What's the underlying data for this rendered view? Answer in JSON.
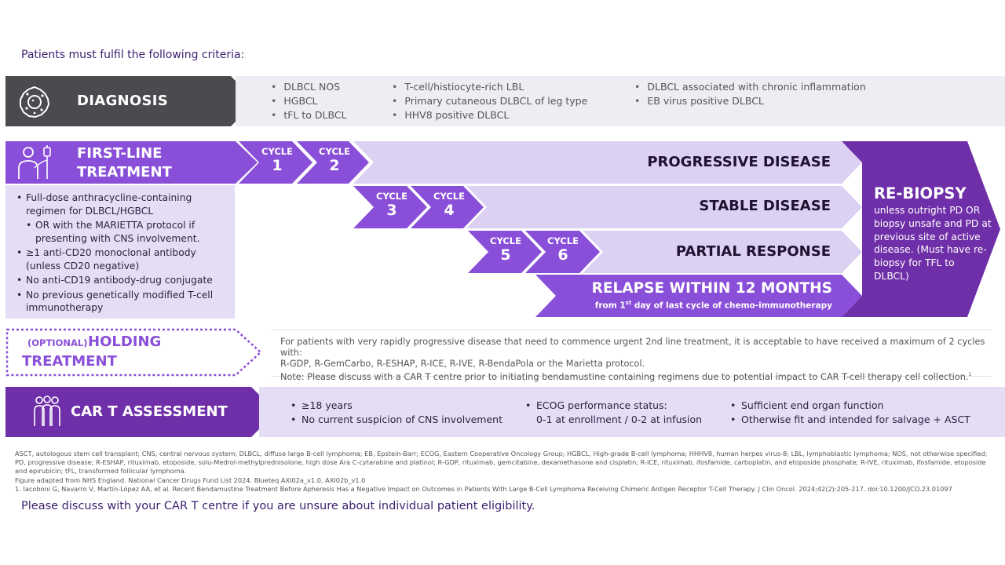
{
  "intro": "Patients must fulfil the following criteria:",
  "diagnosis": {
    "label": "DIAGNOSIS",
    "col1": [
      "DLBCL NOS",
      "HGBCL",
      "tFL to DLBCL"
    ],
    "col2": [
      "T-cell/histiocyte-rich LBL",
      "Primary cutaneous DLBCL of leg type",
      "HHV8 positive DLBCL"
    ],
    "col3": [
      "DLBCL associated with chronic inflammation",
      "EB virus positive DLBCL"
    ]
  },
  "first_line": {
    "label_line1": "FIRST-LINE",
    "label_line2": "TREATMENT",
    "criteria": [
      "Full-dose anthracycline-containing regimen for DLBCL/HGBCL",
      "OR with the MARIETTA protocol if presenting with CNS involvement.",
      "≥1 anti-CD20 monoclonal antibody (unless CD20 negative)",
      "No anti-CD19 antibody-drug conjugate",
      "No previous genetically modified T-cell immunotherapy"
    ]
  },
  "cycles": {
    "label": "CYCLE",
    "numbers": [
      "1",
      "2",
      "3",
      "4",
      "5",
      "6"
    ]
  },
  "responses": {
    "progressive": "PROGRESSIVE DISEASE",
    "stable": "STABLE DISEASE",
    "partial": "PARTIAL RESPONSE",
    "relapse_title": "RELAPSE WITHIN 12 MONTHS",
    "relapse_sub_pre": "from 1",
    "relapse_sub_sup": "st",
    "relapse_sub_post": " day of last cycle of chemo-immunotherapy"
  },
  "rebiopsy": {
    "title": "RE-BIOPSY",
    "text": "unless outright PD OR biopsy unsafe and PD at previous site of active disease. (Must have re-biopsy for TFL to DLBCL)"
  },
  "holding": {
    "optional": "(OPTIONAL)",
    "line1": "HOLDING",
    "line2": "TREATMENT",
    "text1": "For patients with very rapidly progressive disease that need to commence urgent 2nd line treatment, it is acceptable to have received a maximum of 2 cycles with:",
    "text2": "R-GDP, R-GemCarbo, R-ESHAP, R-ICE, R-IVE, R-BendaPola or the Marietta protocol.",
    "text3": "Note: Please discuss with a CAR T centre prior to initiating bendamustine containing regimens due to potential impact to CAR T-cell therapy cell collection.",
    "text3_sup": "1"
  },
  "car_t": {
    "label": "CAR T ASSESSMENT",
    "col1": [
      "≥18 years",
      "No current suspicion of CNS involvement"
    ],
    "col2": [
      "ECOG performance status:",
      "0-1 at enrollment / 0-2 at infusion"
    ],
    "col3": [
      "Sufficient end organ function",
      "Otherwise fit and intended for salvage + ASCT"
    ]
  },
  "footnotes": {
    "abbrev": "ASCT, autologous stem cell transplant; CNS, central nervous system; DLBCL, diffuse large B-cell lymphoma; EB, Epstein-Barr; ECOG, Eastern Cooperative Oncology Group; HGBCL, High-grade B-cell lymphoma; HHHV8, human herpes virus-8; LBL, lymphoblastic lymphoma; NOS, not otherwise specified; PD, progressive disease; R-ESHAP, rituximab, etoposide, solu-Medrol-methylprednisolone, high dose Ara C-cytarabine and platinol; R-GDP, rituximab, gemcitabine, dexamethasone and cisplatin; R-ICE, rituximab, ifosfamide, carboplatin, and etoposide phosphate; R-IVE, rituximab, ifosfamide, etoposide and epirubicin; tFL, transformed follicular lymphoma.",
    "source": "Figure adapted from NHS England. National Cancer Drugs Fund List 2024. Blueteq AXI02a_v1.0, AXI02b_v1.0",
    "ref": "1. Iacoboni G, Navarro V, Martín-López AA, et al. Recent Bendamustine Treatment Before Apheresis Has a Negative Impact on Outcomes in Patients With Large B-Cell Lymphoma Receiving Chimeric Antigen Receptor T-Cell Therapy. J Clin Oncol. 2024;42(2):205-217. doi:10.1200/JCO.23.01097"
  },
  "outro": "Please discuss with your CAR T centre if you are unsure about individual patient eligibility.",
  "colors": {
    "dark_purple": "#6f2fa8",
    "mid_purple": "#8a4fd8",
    "light_purple": "#dcd0f3",
    "grey": "#4a4a4f"
  },
  "icons": {
    "diagnosis": "cell-icon",
    "first_line": "patient-iv-icon",
    "car_t": "people-group-icon"
  }
}
